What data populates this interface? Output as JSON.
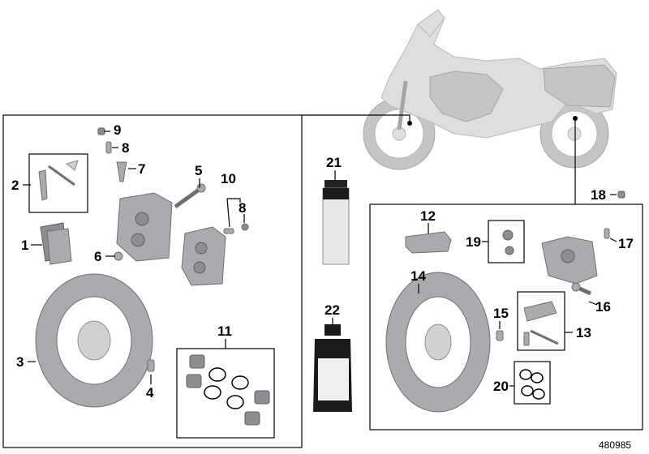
{
  "diagram": {
    "reference_number": "480985",
    "callouts": [
      "1",
      "2",
      "3",
      "4",
      "5",
      "6",
      "7",
      "8",
      "9",
      "10",
      "11",
      "12",
      "13",
      "14",
      "15",
      "16",
      "17",
      "18",
      "19",
      "20",
      "21",
      "22"
    ],
    "colors": {
      "part": "#a9abae",
      "outline": "#000000",
      "bike": "#dcdedf"
    }
  }
}
